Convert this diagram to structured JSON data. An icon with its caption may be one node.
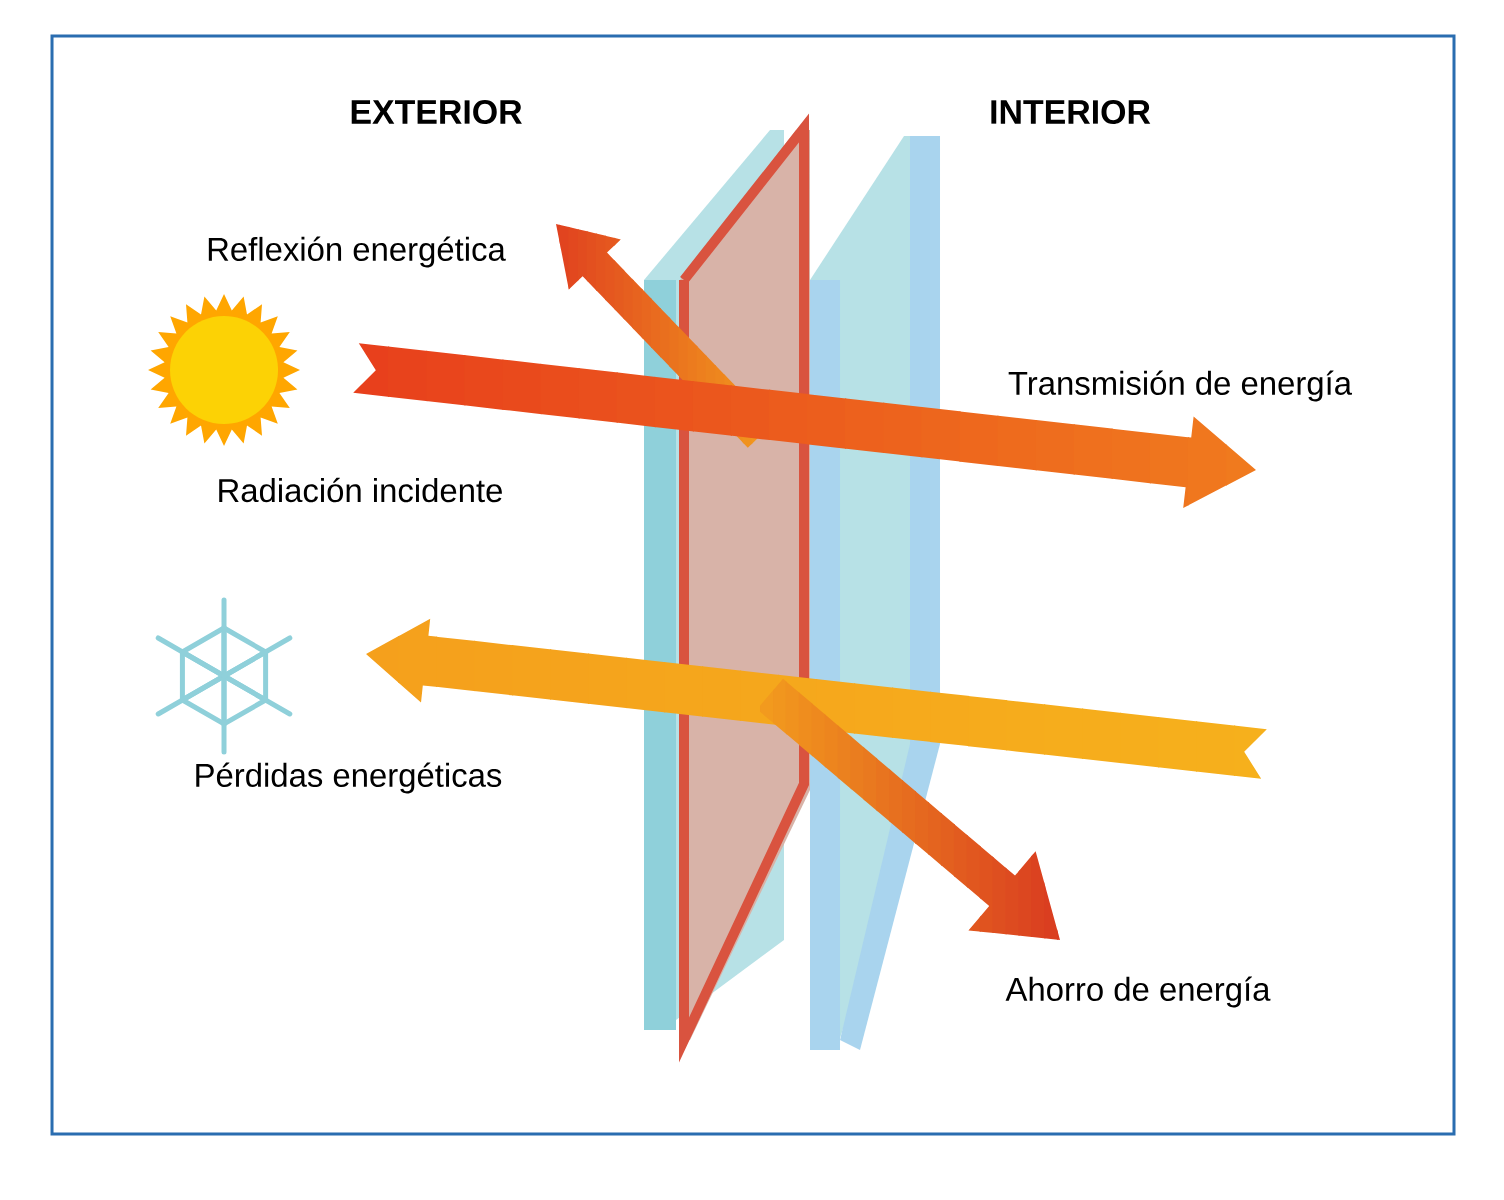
{
  "diagram": {
    "labels": [
      "EXTERIOR",
      "INTERIOR",
      "Reflexión energética",
      "Transmisión de energía",
      "Radiación incidente",
      "Pérdidas energéticas",
      "Ahorro de energía"
    ]
  }
}
